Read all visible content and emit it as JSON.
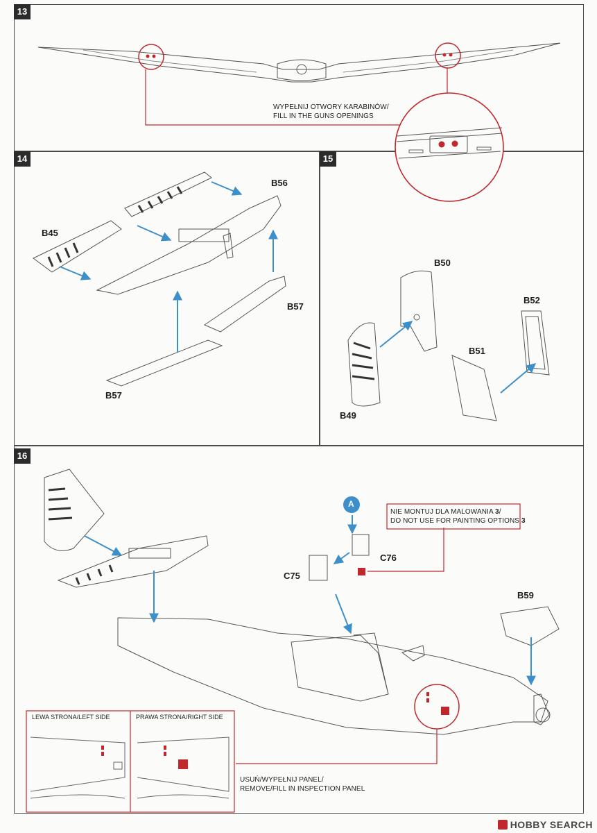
{
  "steps": {
    "s13": {
      "number": "13",
      "note_line1": "WYPEŁNIJ OTWORY KARABINÓW/",
      "note_line2": "FILL IN THE GUNS OPENINGS"
    },
    "s14": {
      "number": "14",
      "parts": {
        "b56": "B56",
        "b45": "B45",
        "b57_right": "B57",
        "b57_left": "B57"
      }
    },
    "s15": {
      "number": "15",
      "parts": {
        "b50": "B50",
        "b52": "B52",
        "b51": "B51",
        "b49": "B49"
      }
    },
    "s16": {
      "number": "16",
      "marker_a": "A",
      "parts": {
        "c75": "C75",
        "c76": "C76",
        "b59": "B59"
      },
      "warning_line1_prefix": "NIE MONTUJ DLA MALOWANIA ",
      "warning_line1_num": "3",
      "warning_line1_suffix": "/",
      "warning_line2_prefix": "DO NOT USE FOR PAINTING OPTIONS ",
      "warning_line2_num": "3",
      "left_side": "LEWA STRONA/LEFT SIDE",
      "right_side": "PRAWA STRONA/RIGHT SIDE",
      "panel_line1": "USUŃ/WYPEŁNIJ PANEL/",
      "panel_line2": "REMOVE/FILL IN INSPECTION PANEL"
    }
  },
  "watermark": "HOBBY SEARCH",
  "colors": {
    "accent_red": "#c0282d",
    "arrow_blue": "#3c8fc8",
    "line": "#555555"
  }
}
